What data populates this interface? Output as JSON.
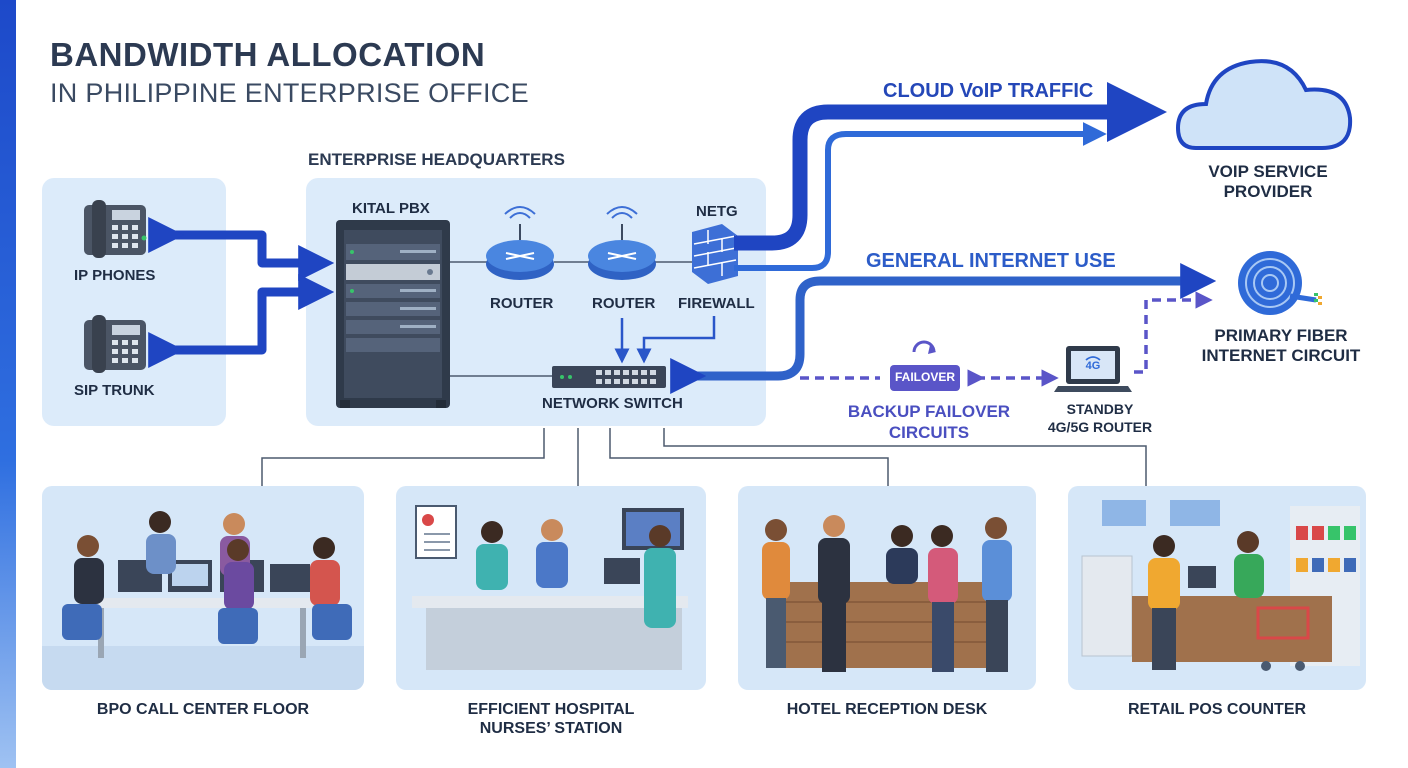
{
  "title": {
    "line1": "BANDWIDTH ALLOCATION",
    "line2": "IN PHILIPPINE ENTERPRISE OFFICE"
  },
  "headquarters": {
    "label": "ENTERPRISE HEADQUARTERS",
    "pbx": "KITAL PBX",
    "router1": "ROUTER",
    "router2": "ROUTER",
    "firewall_top": "NETG",
    "firewall": "FIREWALL",
    "switch": "NETWORK SWITCH"
  },
  "endpoints": {
    "ip_phones": "IP PHONES",
    "sip_trunk": "SIP TRUNK"
  },
  "flows": {
    "cloud_voip": "CLOUD VoIP TRAFFIC",
    "general_internet": "GENERAL INTERNET USE"
  },
  "external": {
    "voip_provider_line1": "VOIP SERVICE",
    "voip_provider_line2": "PROVIDER",
    "fiber_line1": "PRIMARY FIBER",
    "fiber_line2": "INTERNET CIRCUIT",
    "failover_badge": "FAILOVER",
    "backup_line1": "BACKUP FAILOVER",
    "backup_line2": "CIRCUITS",
    "standby_line1": "STANDBY",
    "standby_line2": "4G/5G ROUTER",
    "router_badge": "4G"
  },
  "scenes": [
    {
      "line1": "BPO CALL CENTER FLOOR",
      "line2": ""
    },
    {
      "line1": "EFFICIENT HOSPITAL",
      "line2": "NURSES’ STATION"
    },
    {
      "line1": "HOTEL RECEPTION DESK",
      "line2": ""
    },
    {
      "line1": "RETAIL POS COUNTER",
      "line2": ""
    }
  ],
  "colors": {
    "primary_blue": "#1f45c2",
    "mid_blue": "#2f6ad8",
    "dashed_purple": "#5a55c8",
    "panel": "#dcebfa"
  }
}
